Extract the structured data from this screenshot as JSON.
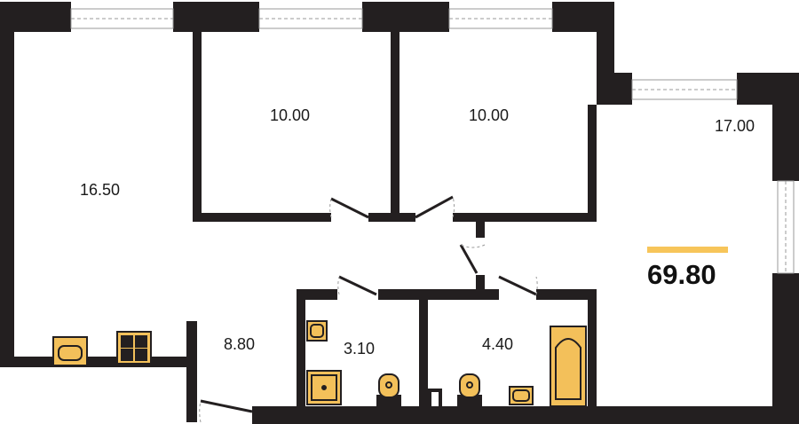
{
  "colors": {
    "wall": "#231f20",
    "fixture_fill": "#f3c05a",
    "accent": "#f7c55a",
    "window": "#ffffff"
  },
  "plan": {
    "total_area": "69.80",
    "rooms": [
      {
        "id": "living-room",
        "area": "16.50"
      },
      {
        "id": "bedroom-1",
        "area": "10.00"
      },
      {
        "id": "bedroom-2",
        "area": "10.00"
      },
      {
        "id": "kitchen-living",
        "area": "17.00"
      },
      {
        "id": "hallway",
        "area": "8.80"
      },
      {
        "id": "wc",
        "area": "3.10"
      },
      {
        "id": "bathroom",
        "area": "4.40"
      }
    ]
  }
}
